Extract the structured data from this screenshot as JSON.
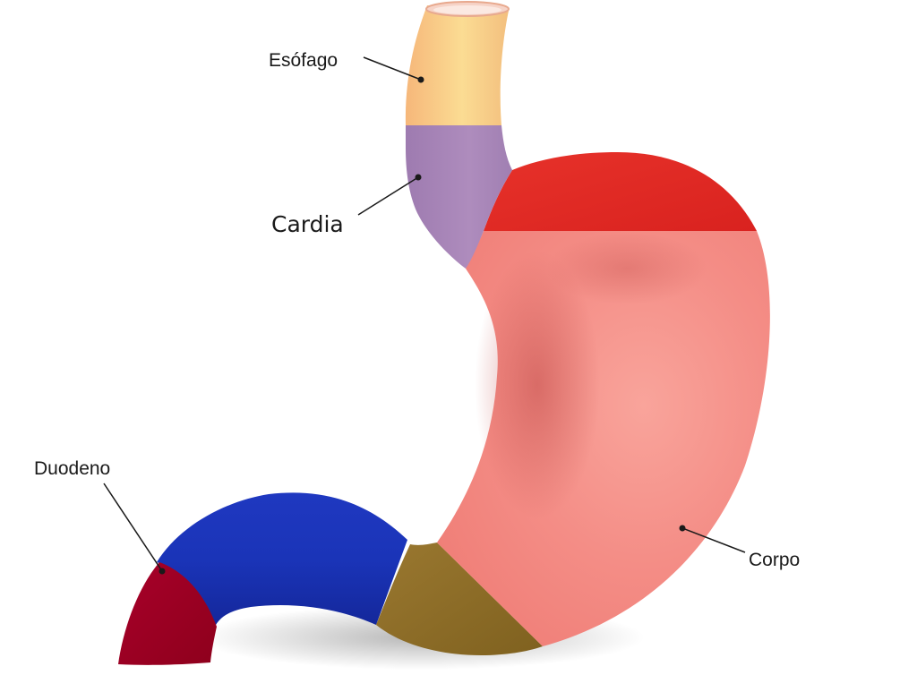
{
  "labels": {
    "esofago": "Esófago",
    "cardia": "Cardia",
    "duodeno": "Duodeno",
    "corpo": "Corpo"
  },
  "colors": {
    "esofago": "#f7c98a",
    "cardia": "#a986b8",
    "fundo": "#e02b24",
    "corpo": "#f48a84",
    "antro": "#8d6c25",
    "duodeno": "#1b32b2",
    "bulbo": "#a00022",
    "leader_line": "#1a1a1a"
  }
}
